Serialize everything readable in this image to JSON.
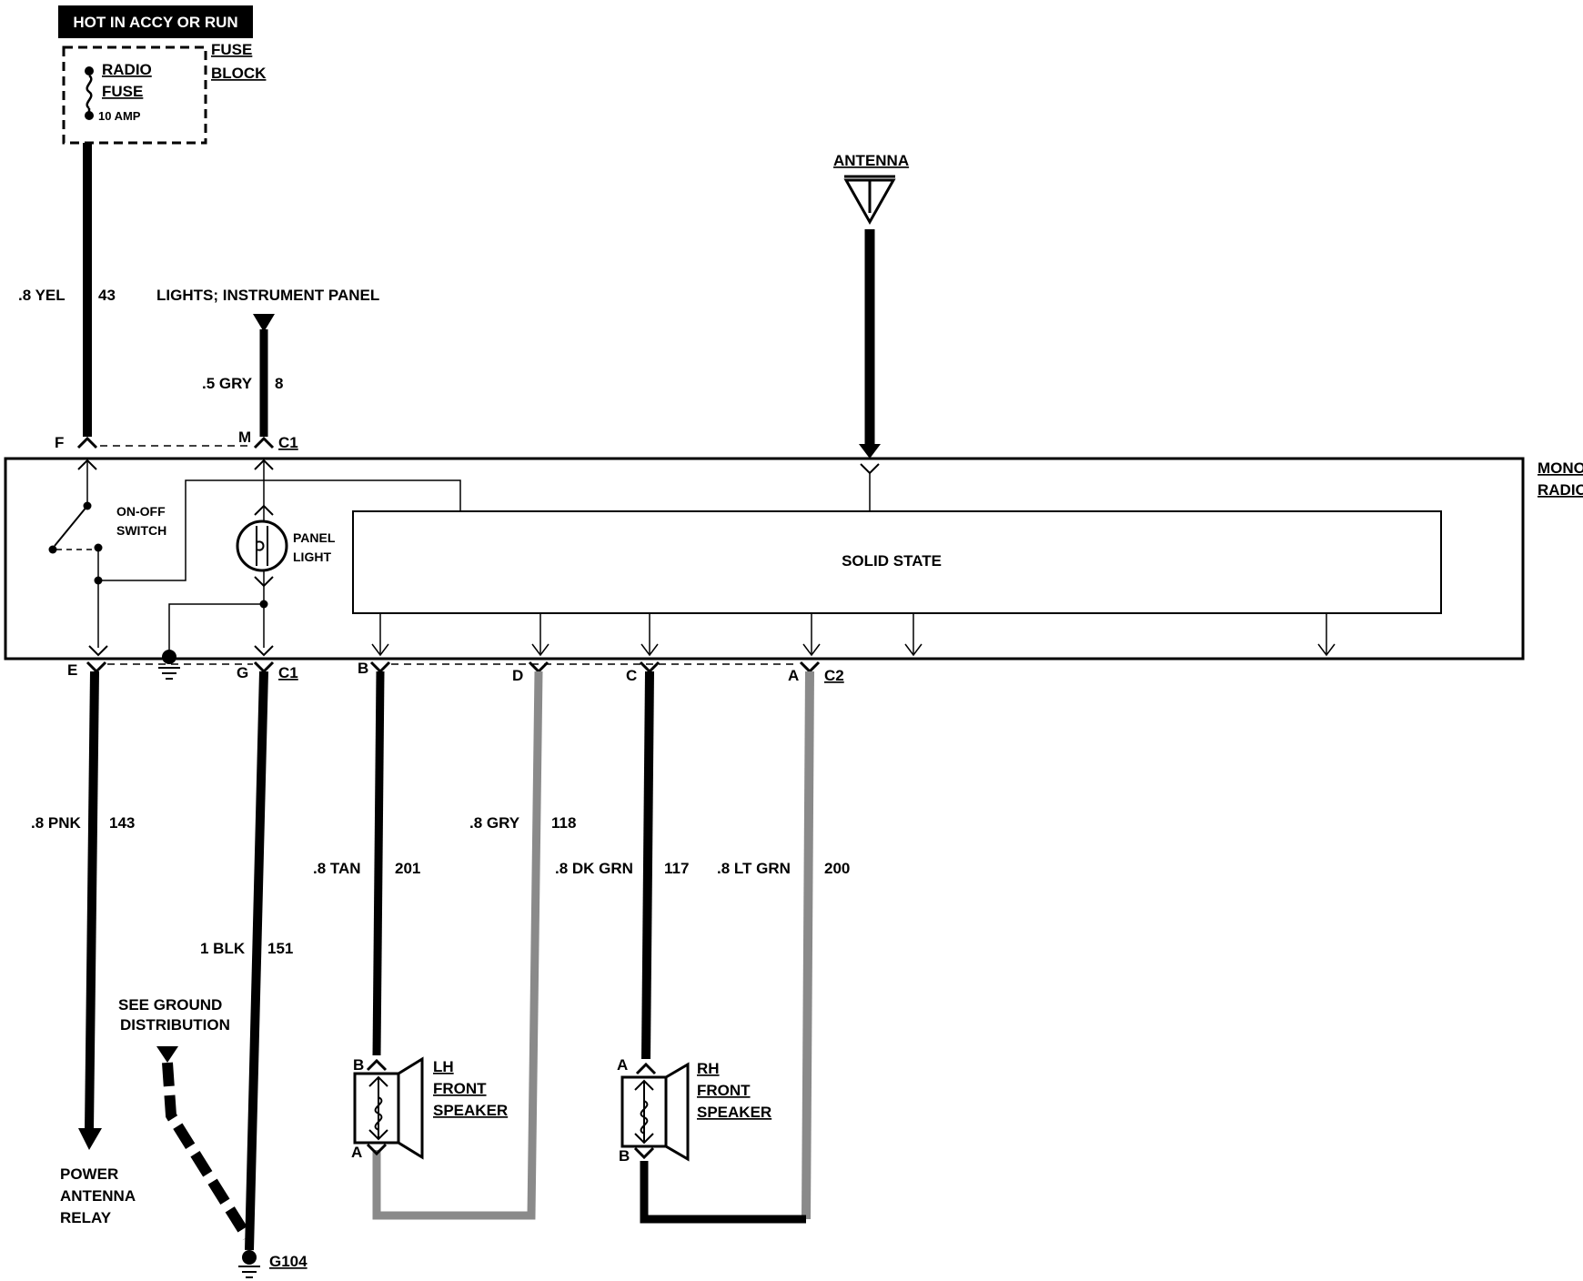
{
  "header": {
    "power_label": "HOT IN ACCY OR RUN"
  },
  "fuse_block": {
    "label_line1": "FUSE",
    "label_line2": "BLOCK",
    "fuse_line1": "RADIO",
    "fuse_line2": "FUSE",
    "fuse_rating": "10 AMP"
  },
  "antenna": {
    "label": "ANTENNA"
  },
  "radio": {
    "label_line1": "MONO",
    "label_line2": "RADIO",
    "solid_state": "SOLID STATE",
    "switch_line1": "ON-OFF",
    "switch_line2": "SWITCH",
    "panel_light_line1": "PANEL",
    "panel_light_line2": "LIGHT"
  },
  "lights_source": {
    "label": "LIGHTS; INSTRUMENT PANEL"
  },
  "connectors": {
    "c1": "C1",
    "c2": "C2",
    "pin_f": "F",
    "pin_m": "M",
    "pin_e": "E",
    "pin_g": "G",
    "pin_b": "B",
    "pin_d": "D",
    "pin_c": "C",
    "pin_a": "A"
  },
  "wires": [
    {
      "id": "yel",
      "gauge_color": ".8 YEL",
      "circuit": "43",
      "color": "#000000"
    },
    {
      "id": "gry-lights",
      "gauge_color": ".5 GRY",
      "circuit": "8",
      "color": "#000000"
    },
    {
      "id": "pnk",
      "gauge_color": ".8 PNK",
      "circuit": "143",
      "color": "#000000"
    },
    {
      "id": "blk",
      "gauge_color": "1 BLK",
      "circuit": "151",
      "color": "#000000"
    },
    {
      "id": "tan",
      "gauge_color": ".8 TAN",
      "circuit": "201",
      "color": "#000000"
    },
    {
      "id": "gry",
      "gauge_color": ".8 GRY",
      "circuit": "118",
      "color": "#8a8a8a"
    },
    {
      "id": "dkgrn",
      "gauge_color": ".8 DK GRN",
      "circuit": "117",
      "color": "#000000"
    },
    {
      "id": "ltgrn",
      "gauge_color": ".8 LT GRN",
      "circuit": "200",
      "color": "#8a8a8a"
    }
  ],
  "power_antenna_relay": {
    "line1": "POWER",
    "line2": "ANTENNA",
    "line3": "RELAY"
  },
  "ground_note": {
    "line1": "SEE GROUND",
    "line2": "DISTRIBUTION"
  },
  "ground": {
    "label": "G104"
  },
  "lh_speaker": {
    "line1": "LH",
    "line2": "FRONT",
    "line3": "SPEAKER",
    "pin_top": "B",
    "pin_bottom": "A"
  },
  "rh_speaker": {
    "line1": "RH",
    "line2": "FRONT",
    "line3": "SPEAKER",
    "pin_top": "A",
    "pin_bottom": "B"
  }
}
